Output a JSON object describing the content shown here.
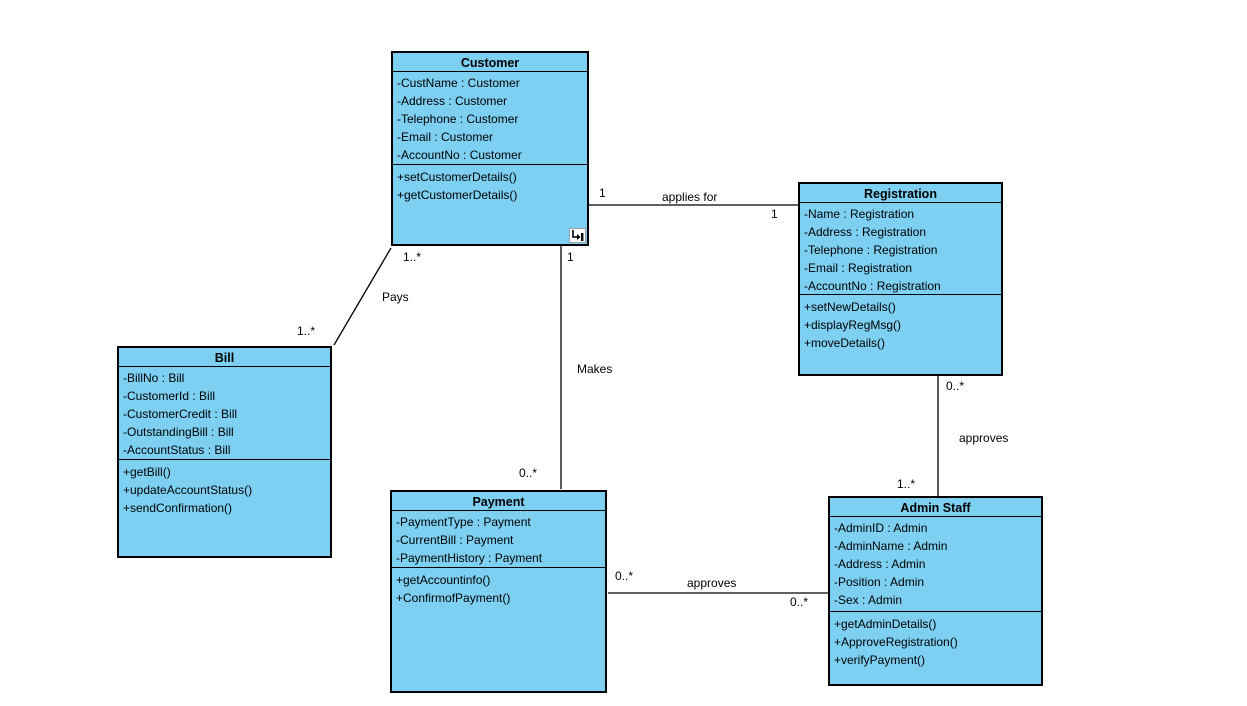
{
  "diagram_type": "uml-class-diagram",
  "colors": {
    "class_fill": "#7DD0F2",
    "class_border": "#000000",
    "canvas_background": "#FFFFFF",
    "text": "#000000"
  },
  "classes": [
    {
      "name": "Customer",
      "attributes": [
        "-CustName : Customer",
        "-Address : Customer",
        "-Telephone : Customer",
        "-Email : Customer",
        "-AccountNo : Customer"
      ],
      "methods": [
        "+setCustomerDetails()",
        "+getCustomerDetails()"
      ],
      "badge_icon": "subdiagram-indicator"
    },
    {
      "name": "Registration",
      "attributes": [
        "-Name : Registration",
        "-Address : Registration",
        "-Telephone : Registration",
        "-Email : Registration",
        "-AccountNo : Registration"
      ],
      "methods": [
        "+setNewDetails()",
        "+displayRegMsg()",
        "+moveDetails()"
      ]
    },
    {
      "name": "Bill",
      "attributes": [
        "-BillNo : Bill",
        "-CustomerId : Bill",
        "-CustomerCredit : Bill",
        "-OutstandingBill : Bill",
        "-AccountStatus : Bill"
      ],
      "methods": [
        "+getBill()",
        "+updateAccountStatus()",
        "+sendConfirmation()"
      ]
    },
    {
      "name": "Payment",
      "attributes": [
        "-PaymentType : Payment",
        "-CurrentBill : Payment",
        "-PaymentHistory : Payment"
      ],
      "methods": [
        "+getAccountinfo()",
        "+ConfirmofPayment()"
      ]
    },
    {
      "name": "Admin Staff",
      "attributes": [
        "-AdminID : Admin",
        "-AdminName : Admin",
        "-Address : Admin",
        "-Position : Admin",
        "-Sex : Admin"
      ],
      "methods": [
        "+getAdminDetails()",
        "+ApproveRegistration()",
        "+verifyPayment()"
      ]
    }
  ],
  "associations": [
    {
      "label": "applies for",
      "source": "Customer",
      "target": "Registration",
      "source_multiplicity": "1",
      "target_multiplicity": "1"
    },
    {
      "label": "Pays",
      "source": "Customer",
      "target": "Bill",
      "source_multiplicity": "1..*",
      "target_multiplicity": "1..*"
    },
    {
      "label": "Makes",
      "source": "Customer",
      "target": "Payment",
      "source_multiplicity": "1",
      "target_multiplicity": "0..*"
    },
    {
      "label": "approves",
      "source": "Registration",
      "target": "Admin Staff",
      "source_multiplicity": "0..*",
      "target_multiplicity": "1..*"
    },
    {
      "label": "approves",
      "source": "Payment",
      "target": "Admin Staff",
      "source_multiplicity": "0..*",
      "target_multiplicity": "0..*"
    }
  ]
}
